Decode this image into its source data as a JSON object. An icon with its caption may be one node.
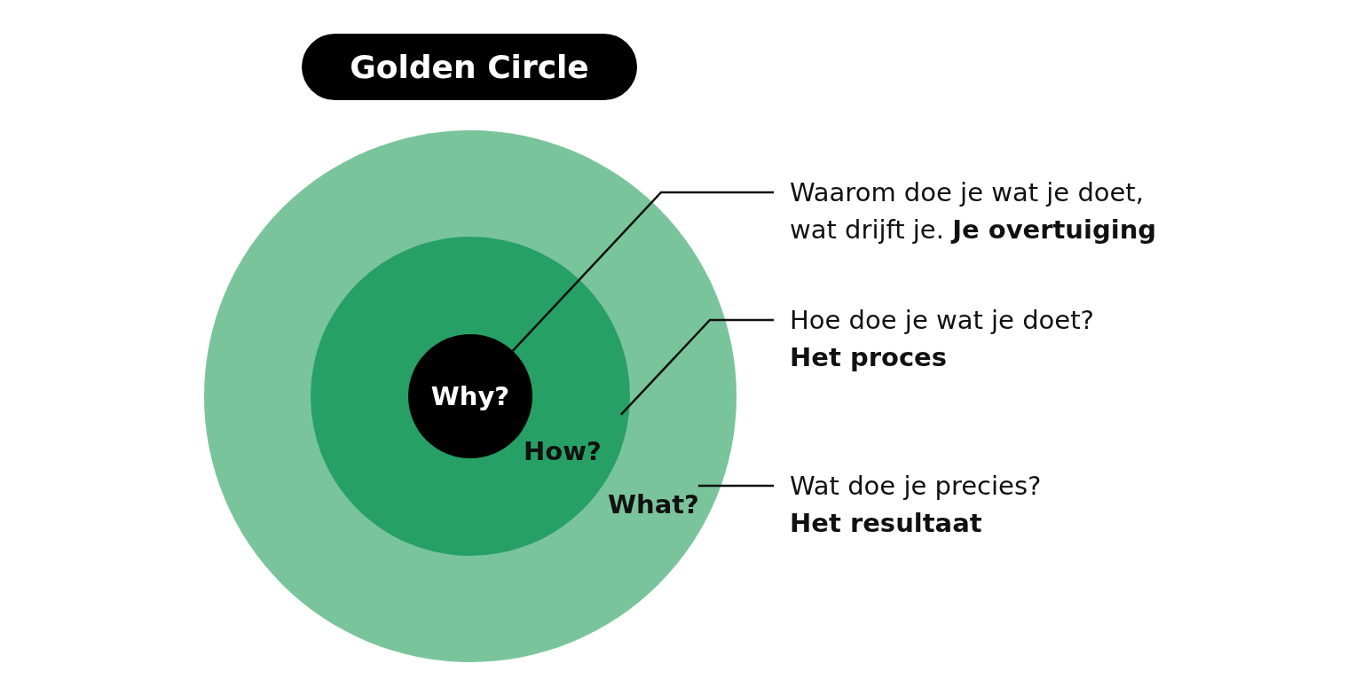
{
  "diagram": {
    "title": "Golden Circle",
    "nodes": [
      {
        "text": [
          "What?"
        ]
      },
      {
        "text": [
          "How?"
        ],
        "in": 0
      },
      {
        "text": [
          "Why?"
        ],
        "in": 1
      },
      {
        "text": [
          "Waarom doe je wat je doet, wat drijft je. **Je overtuiging**"
        ]
      },
      {
        "text": [
          "Hoe doe je wat je doet? **Het proces**"
        ]
      },
      {
        "text": [
          "Wat doe je precies? **Het resultaat**"
        ]
      }
    ],
    "edges": [
      {
        "from": 3,
        "to": 2,
        "arrow": "none"
      },
      {
        "from": 4,
        "to": 1,
        "arrow": "none"
      },
      {
        "from": 5,
        "to": 0,
        "arrow": "none"
      }
    ]
  }
}
